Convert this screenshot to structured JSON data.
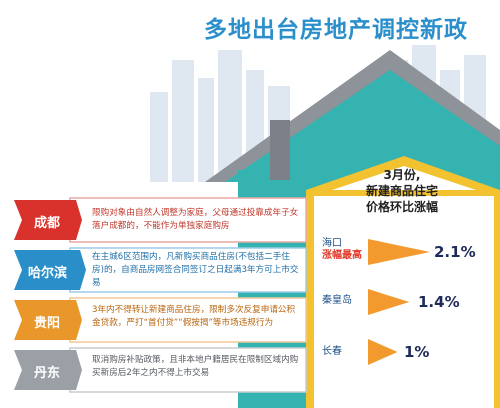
{
  "title": "多地出台房地产调控新政",
  "rate_panel": {
    "heading": [
      "3月份,",
      "新建商品住宅",
      "价格环比涨幅"
    ],
    "items": [
      {
        "city": "海口",
        "note": "涨幅最高",
        "value": "2.1%",
        "rate": 2.1
      },
      {
        "city": "秦皇岛",
        "note": "",
        "value": "1.4%",
        "rate": 1.4
      },
      {
        "city": "长春",
        "note": "",
        "value": "1%",
        "rate": 1.0
      }
    ]
  },
  "policies": [
    {
      "city": "成都",
      "color": "#d9322c",
      "text": "限购对象由自然人调整为家庭，父母通过投靠成年子女落户成都的，不能作为单独家庭购房"
    },
    {
      "city": "哈尔滨",
      "color": "#2a8fc9",
      "text": "在主城6区范围内，凡新购买商品住房(不包括二手住房)的，自商品房网签合同签订之日起满3年方可上市交易"
    },
    {
      "city": "贵阳",
      "color": "#e9972a",
      "text": "3年内不得转让新建商品住房，限制多次反复申请公积金贷款，严打“首付贷”“假按揭”等市场违规行为"
    },
    {
      "city": "丹东",
      "color": "#9aa0a6",
      "text": "取消购房补贴政策，且非本地户籍居民在限制区域内购买新房后2年之内不得上市交易"
    }
  ]
}
